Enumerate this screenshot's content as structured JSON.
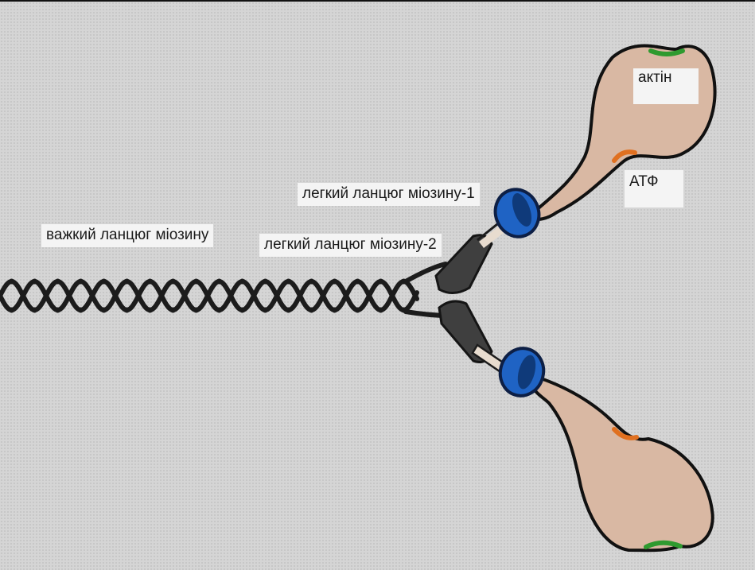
{
  "labels": {
    "heavy_chain": "важкий ланцюг міозину",
    "light_chain_1": "легкий ланцюг міозину-1",
    "light_chain_2": "легкий ланцюг міозину-2",
    "actin": "актін",
    "atp": "АТФ"
  },
  "colors": {
    "background": "#d5d5d5",
    "heavy_chain": "#1c1c1c",
    "head_fill": "#d9b8a3",
    "light_chain_1": "#1f63c4",
    "light_chain_2": "#3d3d3d",
    "actin_site": "#2f9a2f",
    "atp_site": "#e07020"
  }
}
